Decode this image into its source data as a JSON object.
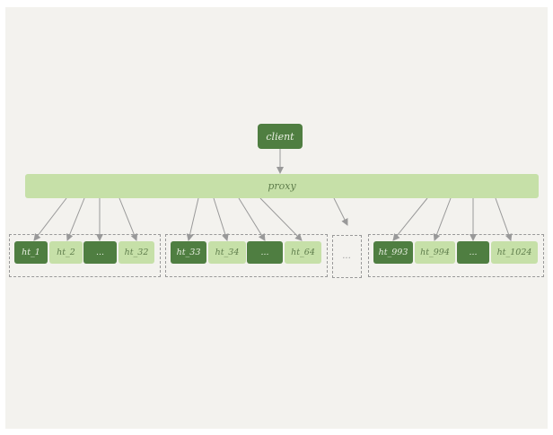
{
  "diagram": {
    "client": "client",
    "proxy": "proxy",
    "groups": [
      {
        "tables": [
          "ht_1",
          "ht_2",
          "...",
          "ht_32"
        ]
      },
      {
        "tables": [
          "ht_33",
          "ht_34",
          "...",
          "ht_64"
        ]
      },
      {
        "tables": [
          "ht_993",
          "ht_994",
          "...",
          "ht_1024"
        ]
      }
    ],
    "middle_ellipsis": "...",
    "colors": {
      "background": "#f3f2ee",
      "dark_node": "#4f7e41",
      "light_node": "#c6e0a8",
      "arrow": "#999999",
      "group_border": "#999999"
    }
  }
}
